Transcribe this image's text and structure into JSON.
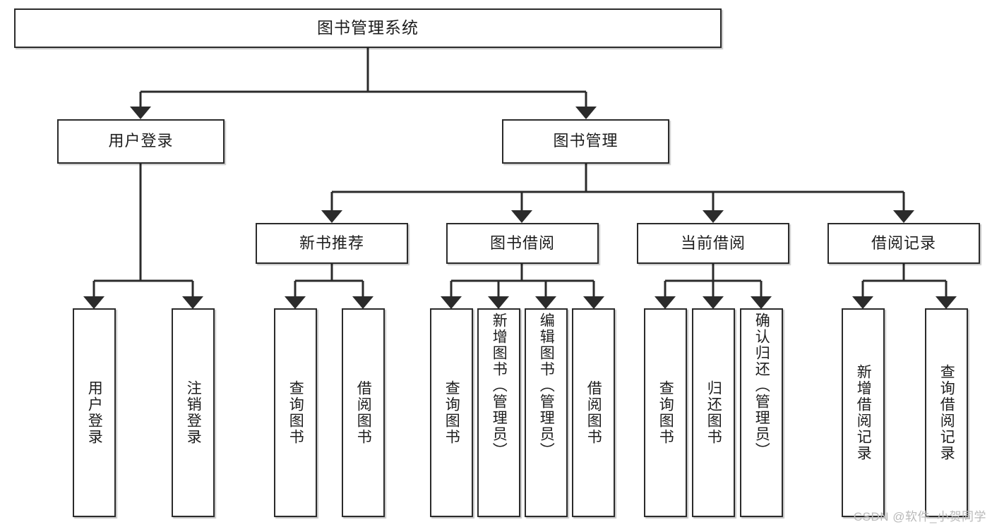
{
  "diagram": {
    "type": "tree",
    "title": "图书管理系统",
    "watermark": "CSDN @软件_小贺同学",
    "colors": {
      "box_border": "#2b2b2b",
      "box_fill": "#ffffff",
      "line": "#2b2b2b",
      "text": "#1d1d1d",
      "watermark": "#b9b9b9"
    },
    "nodes": {
      "root": {
        "label": "图书管理系统"
      },
      "level2": [
        {
          "label": "用户登录"
        },
        {
          "label": "图书管理"
        }
      ],
      "level3": [
        {
          "label": "新书推荐"
        },
        {
          "label": "图书借阅"
        },
        {
          "label": "当前借阅"
        },
        {
          "label": "借阅记录"
        }
      ],
      "leaves": {
        "user_login": [
          {
            "label": "用户登录"
          },
          {
            "label": "注销登录"
          }
        ],
        "new_book_recommend": [
          {
            "label": "查询图书"
          },
          {
            "label": "借阅图书"
          }
        ],
        "book_borrow": [
          {
            "label": "查询图书"
          },
          {
            "label": "新增图书（管理员）"
          },
          {
            "label": "编辑图书（管理员）"
          },
          {
            "label": "借阅图书"
          }
        ],
        "current_borrow": [
          {
            "label": "查询图书"
          },
          {
            "label": "归还图书"
          },
          {
            "label": "确认归还（管理员）"
          }
        ],
        "borrow_record": [
          {
            "label": "新增借阅记录"
          },
          {
            "label": "查询借阅记录"
          }
        ]
      }
    }
  }
}
